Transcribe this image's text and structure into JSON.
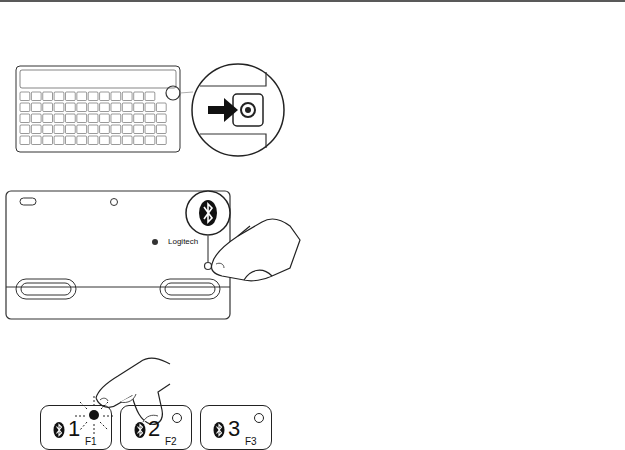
{
  "diagram": {
    "nodes": [
      {
        "text": [
          "Logitech"
        ]
      },
      {
        "text": [
          "1",
          "F1"
        ]
      },
      {
        "text": [
          "2",
          "F2"
        ]
      },
      {
        "text": [
          "3",
          "F3"
        ]
      }
    ]
  }
}
